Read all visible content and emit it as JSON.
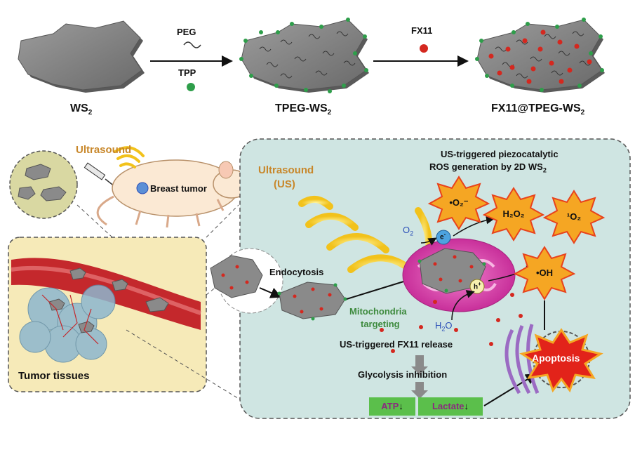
{
  "top_row": {
    "ws2": "WS",
    "ws2_sub": "2",
    "peg": "PEG",
    "tpp": "TPP",
    "tpeg_ws2": "TPEG-WS",
    "tpeg_ws2_sub": "2",
    "fx11": "FX11",
    "fx11_tpeg_ws2": "FX11@TPEG-WS",
    "fx11_tpeg_ws2_sub": "2"
  },
  "left_panel": {
    "ultrasound": "Ultrasound",
    "breast_tumor": "Breast tumor",
    "tumor_tissues": "Tumor tissues"
  },
  "main_panel": {
    "ultrasound": "Ultrasound",
    "us_abbrev": "(US)",
    "title_line1": "US-triggered piezocatalytic",
    "title_line2": "ROS generation by 2D WS",
    "title_sub": "2",
    "endocytosis": "Endocytosis",
    "mito_line1": "Mitochondria",
    "mito_line2": "targeting",
    "o2": "O",
    "o2_sub": "2",
    "electron": "e",
    "electron_sup": "-",
    "hole": "h",
    "hole_sup": "+",
    "h2o": "H",
    "h2o_sub": "2",
    "h2o_tail": "O",
    "ros_superoxide": "•O₂⁻",
    "ros_h2o2": "H₂O₂",
    "ros_singlet": "¹O₂",
    "ros_hydroxyl": "•OH",
    "release": "US-triggered FX11 release",
    "glycolysis": "Glycolysis inhibition",
    "atp": "ATP",
    "lactate": "Lactate",
    "down_arrow": "↓",
    "apoptosis": "Apoptosis"
  },
  "colors": {
    "panel_fill": "#cfe5e2",
    "left_panel_fill": "#f6eab8",
    "ros_star": "#f5a623",
    "ros_star_edge": "#e8421c",
    "apoptosis_red": "#e2231a",
    "mito_magenta": "#d63fa8",
    "green_box": "#5bbf4b",
    "peg_green": "#2e9e4a",
    "fx11_red": "#d4281f"
  }
}
